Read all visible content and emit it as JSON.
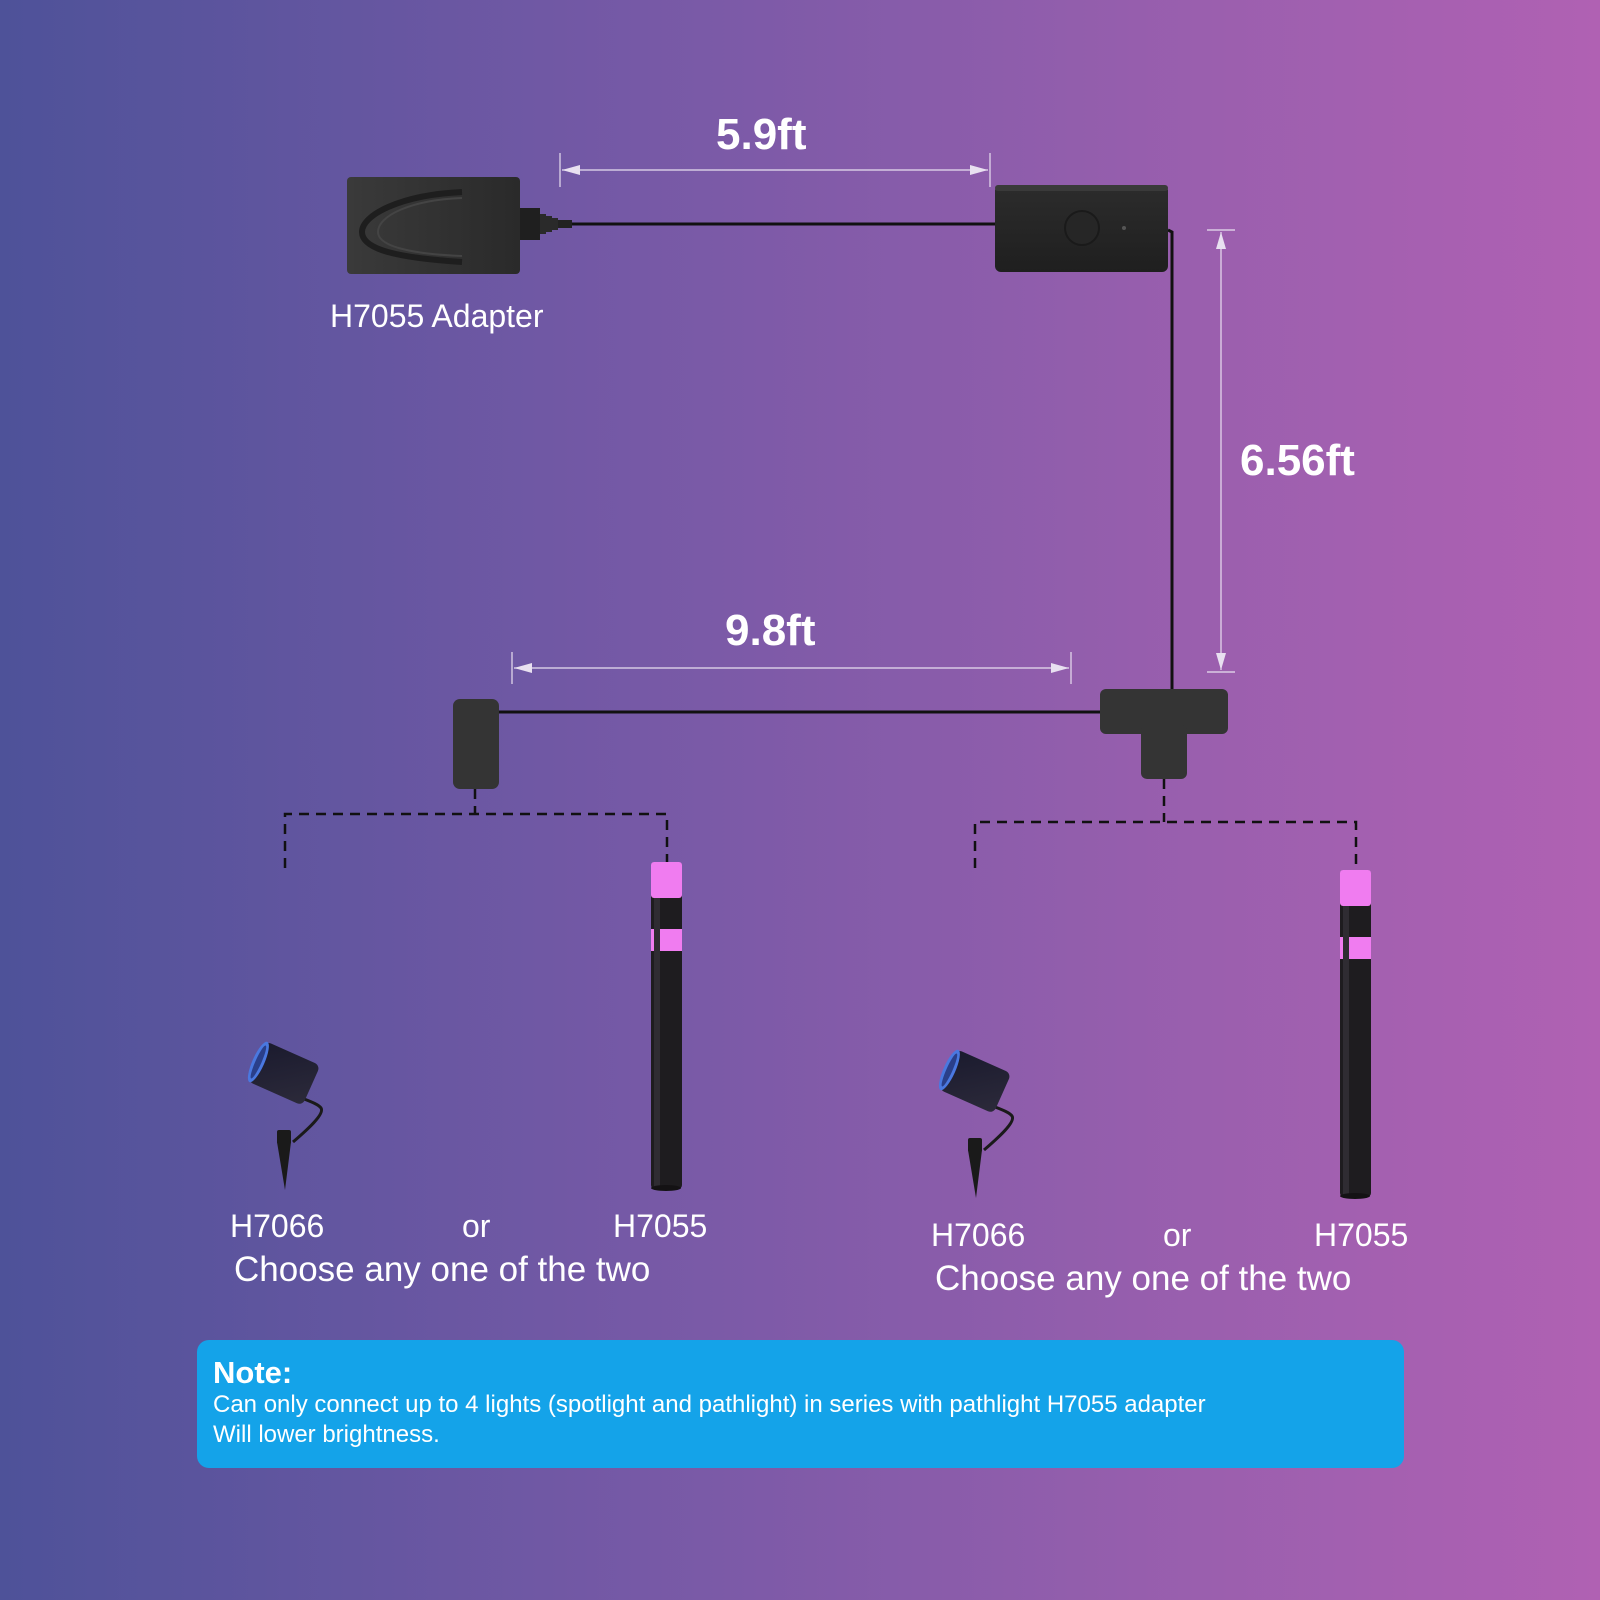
{
  "dimensions": {
    "adapter_to_controller": "5.9ft",
    "vertical_run": "6.56ft",
    "branch_run": "9.8ft"
  },
  "adapter": {
    "label": "H7055 Adapter"
  },
  "left_group": {
    "option_a": "H7066",
    "separator": "or",
    "option_b": "H7055",
    "caption": "Choose any one of the two"
  },
  "right_group": {
    "option_a": "H7066",
    "separator": "or",
    "option_b": "H7055",
    "caption": "Choose any one of the two"
  },
  "note": {
    "title": "Note:",
    "line1": "Can only connect up to 4 lights (spotlight and pathlight) in series with pathlight H7055 adapter",
    "line2": "Will lower brightness."
  },
  "colors": {
    "background_start": "#4e5299",
    "background_end": "#b061b3",
    "device": "#333333",
    "pathlight_glow": "#f07cf0",
    "note_background": "#14a3e9"
  },
  "icons": [
    "power-adapter-icon",
    "controller-box-icon",
    "t-connector-icon",
    "end-connector-icon",
    "spotlight-icon",
    "pathlight-icon"
  ]
}
